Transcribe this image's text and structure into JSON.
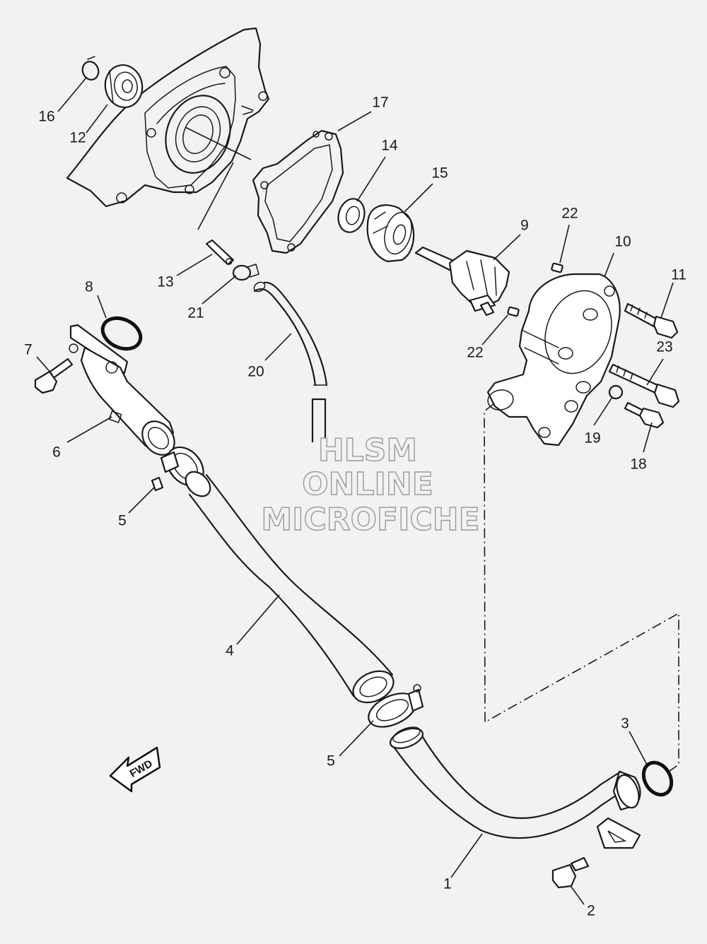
{
  "watermark": {
    "line1": "HLSM",
    "line2": "ONLINE",
    "line3": "MICROFICHE"
  },
  "direction_marker": "FWD",
  "callouts": {
    "p1": "1",
    "p2": "2",
    "p3": "3",
    "p4": "4",
    "p5a": "5",
    "p5b": "5",
    "p6": "6",
    "p7": "7",
    "p8": "8",
    "p9": "9",
    "p10": "10",
    "p11": "11",
    "p12": "12",
    "p13": "13",
    "p14": "14",
    "p15": "15",
    "p16": "16",
    "p17": "17",
    "p18": "18",
    "p19": "19",
    "p20": "20",
    "p21": "21",
    "p22a": "22",
    "p22b": "22",
    "p23": "23"
  }
}
